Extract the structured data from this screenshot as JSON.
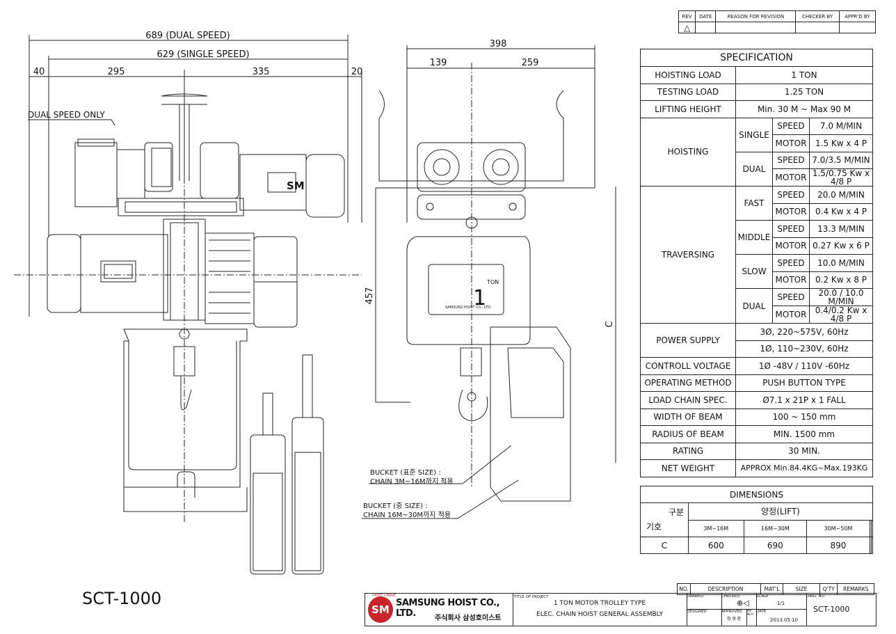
{
  "model_label": "SCT-1000",
  "dimensions_top": {
    "dual_speed": "689 (DUAL SPEED)",
    "single_speed": "629 (SINGLE SPEED)",
    "seg_40": "40",
    "seg_295": "295",
    "seg_335": "335",
    "seg_20": "20",
    "dual_speed_only": "DUAL SPEED ONLY"
  },
  "dimensions_side": {
    "width": "398",
    "seg_139": "139",
    "seg_259": "259",
    "height": "457",
    "c_label": "C"
  },
  "plate": {
    "ton_label": "TON",
    "ton_value": "1",
    "maker": "SAMSUNG HOIST CO., LTD."
  },
  "notes": {
    "bucket_std_1": "BUCKET (표준 SIZE) :",
    "bucket_std_2": "CHAIN 3M~16M까지 적용",
    "bucket_mid_1": "BUCKET (중 SIZE) :",
    "bucket_mid_2": "CHAIN 16M~30M까지 적용"
  },
  "revision": {
    "headers": [
      "REV",
      "DATE",
      "REASON FOR REVISION",
      "CHECKER BY",
      "APPR'D BY"
    ],
    "row": [
      "△",
      "",
      "",
      "",
      ""
    ]
  },
  "spec": {
    "title": "SPECIFICATION",
    "hoisting_load": [
      "HOISTING LOAD",
      "1  TON"
    ],
    "testing_load": [
      "TESTING LOAD",
      "1.25  TON"
    ],
    "lifting_height": [
      "LIFTING HEIGHT",
      "Min. 30 M ~ Max 90 M"
    ],
    "hoisting": "HOISTING",
    "single": "SINGLE",
    "dual": "DUAL",
    "speed": "SPEED",
    "motor": "MOTOR",
    "hoist_single_speed": "7.0  M/MIN",
    "hoist_single_motor": "1.5 Kw x 4 P",
    "hoist_dual_speed": "7.0/3.5  M/MIN",
    "hoist_dual_motor": "1.5/0.75 Kw x 4/8 P",
    "traversing": "TRAVERSING",
    "fast": "FAST",
    "middle": "MIDDLE",
    "slow": "SLOW",
    "trav_fast_speed": "20.0 M/MIN",
    "trav_fast_motor": "0.4 Kw x 4 P",
    "trav_middle_speed": "13.3 M/MIN",
    "trav_middle_motor": "0.27 Kw x 6 P",
    "trav_slow_speed": "10.0 M/MIN",
    "trav_slow_motor": "0.2 Kw x 8 P",
    "trav_dual_speed": "20.0 / 10.0 M/MIN",
    "trav_dual_motor": "0.4/0.2 Kw x 4/8 P",
    "power_supply": "POWER SUPPLY",
    "power_1": "3Ø, 220~575V, 60Hz",
    "power_2": "1Ø, 110~230V, 60Hz",
    "control_voltage": [
      "CONTROLL VOLTAGE",
      "1Ø -48V / 110V -60Hz"
    ],
    "operating_method": [
      "OPERATING METHOD",
      "PUSH BUTTON TYPE"
    ],
    "load_chain": [
      "LOAD CHAIN SPEC.",
      "Ø7.1 x 21P x 1 FALL"
    ],
    "beam_width": [
      "WIDTH OF BEAM",
      "100 ~ 150 mm"
    ],
    "beam_radius": [
      "RADIUS OF BEAM",
      "MIN. 1500 mm"
    ],
    "rating": [
      "RATING",
      "30 MIN."
    ],
    "net_weight": [
      "NET WEIGHT",
      "APPROX  Min.84.4KG~Max.193KG"
    ]
  },
  "dims_table": {
    "title": "DIMENSIONS",
    "gubun": "구분",
    "giho": "기호",
    "lift": "양정(LIFT)",
    "cols": [
      "3M~16M",
      "16M~30M",
      "30M~50M",
      "",
      ""
    ],
    "row_label": "C",
    "row_values": [
      "600",
      "690",
      "890",
      "",
      ""
    ]
  },
  "bom": {
    "headers": [
      "NO.",
      "DESCRIPTION",
      "MAT'L",
      "SIZE",
      "Q'TY",
      "REMARKS"
    ]
  },
  "title_block": {
    "company_en": "SAMSUNG HOIST CO., LTD.",
    "company_kr": "주식회사 삼성호이스트",
    "logo_text": "SM",
    "logo_arc": "HOIST CRANE",
    "title_label": "TITLE OF PROJECT",
    "title_1": "1 TON MOTOR TROLLEY TYPE",
    "title_2": "ELEC. CHAIN HOIST GENERAL ASSEMBLY",
    "drawn": "DRAWED",
    "checked": "CHECKED",
    "approved": "APPROVED",
    "designed": "DESIGNED",
    "scale_label": "SCALE",
    "scale": "1/1",
    "dwg_no_label": "DWG. NO.",
    "dwg_no": "SCT-1000",
    "date_label": "DATE",
    "date": "2013.05.10",
    "approver": "정 경 환",
    "unit_label": "MM INCH"
  }
}
